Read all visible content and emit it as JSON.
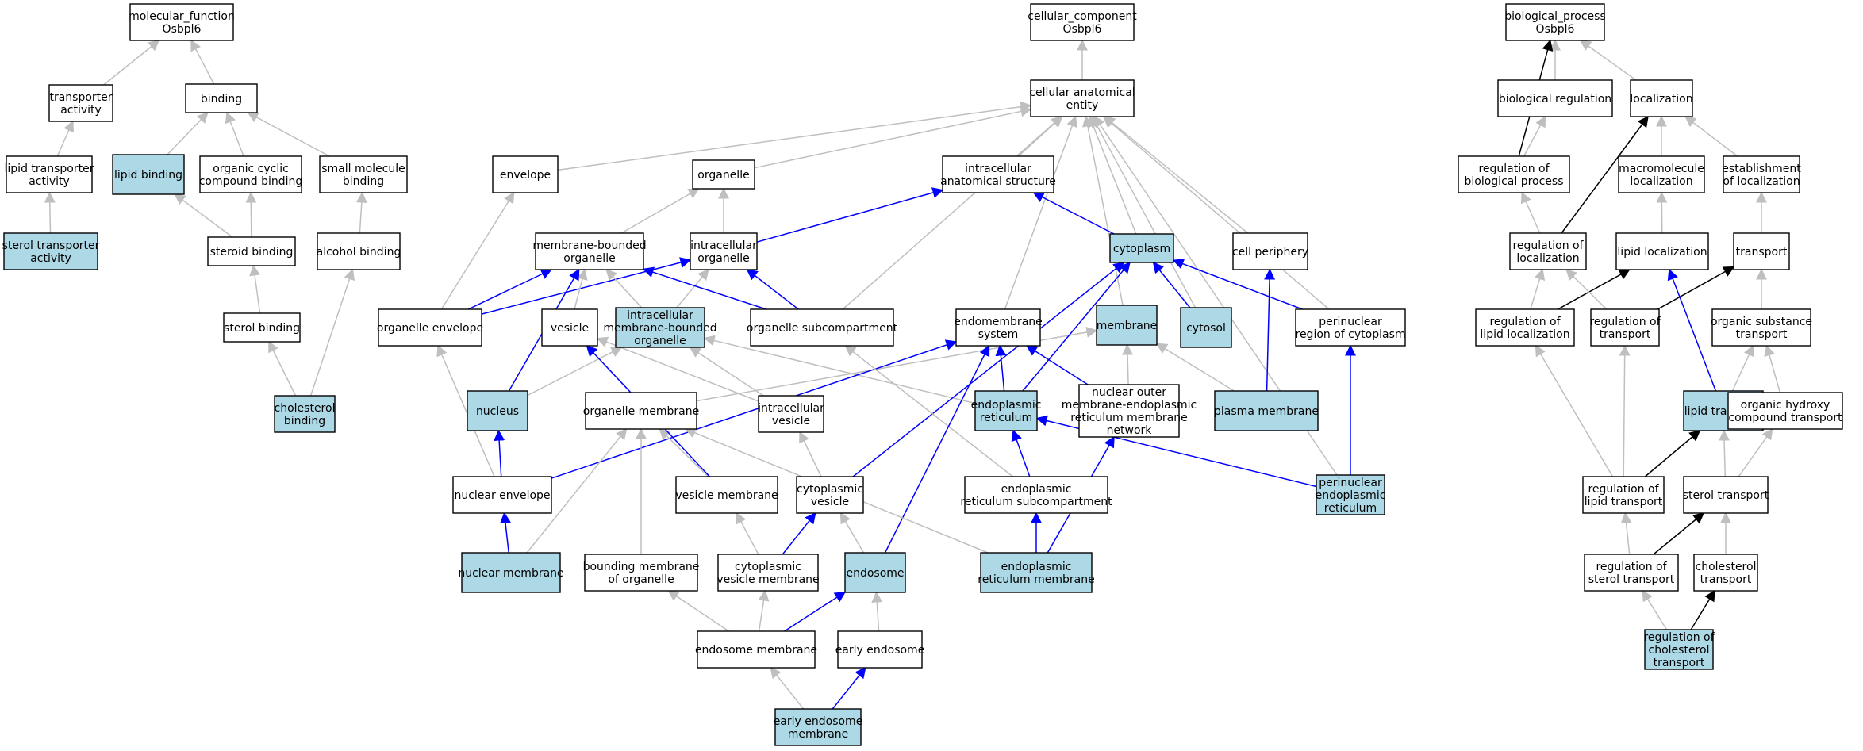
{
  "colors": {
    "highlight_fill": "#add8e6",
    "plain_fill": "#ffffff",
    "blue": "#0000ff",
    "gray": "#bfbfbf",
    "black": "#000000"
  },
  "nodes": [
    {
      "id": "mf",
      "lines": [
        "molecular_function",
        "Osbpl6"
      ],
      "hl": false
    },
    {
      "id": "transporter_activity",
      "lines": [
        "transporter",
        "activity"
      ],
      "hl": false
    },
    {
      "id": "binding",
      "lines": [
        "binding"
      ],
      "hl": false
    },
    {
      "id": "lipid_transporter_activity",
      "lines": [
        "lipid transporter",
        "activity"
      ],
      "hl": false
    },
    {
      "id": "lipid_binding",
      "lines": [
        "lipid binding"
      ],
      "hl": true
    },
    {
      "id": "organic_cyclic",
      "lines": [
        "organic cyclic",
        "compound binding"
      ],
      "hl": false
    },
    {
      "id": "small_molecule",
      "lines": [
        "small molecule",
        "binding"
      ],
      "hl": false
    },
    {
      "id": "sterol_transporter_activity",
      "lines": [
        "sterol transporter",
        "activity"
      ],
      "hl": true
    },
    {
      "id": "steroid_binding",
      "lines": [
        "steroid binding"
      ],
      "hl": false
    },
    {
      "id": "alcohol_binding",
      "lines": [
        "alcohol binding"
      ],
      "hl": false
    },
    {
      "id": "sterol_binding",
      "lines": [
        "sterol binding"
      ],
      "hl": false
    },
    {
      "id": "cholesterol_binding",
      "lines": [
        "cholesterol",
        "binding"
      ],
      "hl": true
    },
    {
      "id": "cc",
      "lines": [
        "cellular_component",
        "Osbpl6"
      ],
      "hl": false
    },
    {
      "id": "cae",
      "lines": [
        "cellular anatomical",
        "entity"
      ],
      "hl": false
    },
    {
      "id": "envelope",
      "lines": [
        "envelope"
      ],
      "hl": false
    },
    {
      "id": "organelle",
      "lines": [
        "organelle"
      ],
      "hl": false
    },
    {
      "id": "ias",
      "lines": [
        "intracellular",
        "anatomical structure"
      ],
      "hl": false
    },
    {
      "id": "mbo",
      "lines": [
        "membrane-bounded",
        "organelle"
      ],
      "hl": false
    },
    {
      "id": "io",
      "lines": [
        "intracellular",
        "organelle"
      ],
      "hl": false
    },
    {
      "id": "cytoplasm",
      "lines": [
        "cytoplasm"
      ],
      "hl": true
    },
    {
      "id": "cell_periphery",
      "lines": [
        "cell periphery"
      ],
      "hl": false
    },
    {
      "id": "organelle_envelope",
      "lines": [
        "organelle envelope"
      ],
      "hl": false
    },
    {
      "id": "vesicle",
      "lines": [
        "vesicle"
      ],
      "hl": false
    },
    {
      "id": "imbo",
      "lines": [
        "intracellular",
        "membrane-bounded",
        "organelle"
      ],
      "hl": true
    },
    {
      "id": "organelle_subcompartment",
      "lines": [
        "organelle subcompartment"
      ],
      "hl": false
    },
    {
      "id": "endomembrane_system",
      "lines": [
        "endomembrane",
        "system"
      ],
      "hl": false
    },
    {
      "id": "membrane",
      "lines": [
        "membrane"
      ],
      "hl": true
    },
    {
      "id": "cytosol",
      "lines": [
        "cytosol"
      ],
      "hl": true
    },
    {
      "id": "perinuclear_region",
      "lines": [
        "perinuclear",
        "region of cytoplasm"
      ],
      "hl": false
    },
    {
      "id": "nucleus",
      "lines": [
        "nucleus"
      ],
      "hl": true
    },
    {
      "id": "organelle_membrane",
      "lines": [
        "organelle membrane"
      ],
      "hl": false
    },
    {
      "id": "intracellular_vesicle",
      "lines": [
        "intracellular",
        "vesicle"
      ],
      "hl": false
    },
    {
      "id": "er",
      "lines": [
        "endoplasmic",
        "reticulum"
      ],
      "hl": true
    },
    {
      "id": "nomern",
      "lines": [
        "nuclear outer",
        "membrane-endoplasmic",
        "reticulum membrane",
        "network"
      ],
      "hl": false
    },
    {
      "id": "plasma_membrane",
      "lines": [
        "plasma membrane"
      ],
      "hl": true
    },
    {
      "id": "nuclear_envelope",
      "lines": [
        "nuclear envelope"
      ],
      "hl": false
    },
    {
      "id": "vesicle_membrane",
      "lines": [
        "vesicle membrane"
      ],
      "hl": false
    },
    {
      "id": "cytoplasmic_vesicle",
      "lines": [
        "cytoplasmic",
        "vesicle"
      ],
      "hl": false
    },
    {
      "id": "er_subcompartment",
      "lines": [
        "endoplasmic",
        "reticulum subcompartment"
      ],
      "hl": false
    },
    {
      "id": "perinuclear_er",
      "lines": [
        "perinuclear",
        "endoplasmic",
        "reticulum"
      ],
      "hl": true
    },
    {
      "id": "nuclear_membrane",
      "lines": [
        "nuclear membrane"
      ],
      "hl": true
    },
    {
      "id": "bounding_membrane",
      "lines": [
        "bounding membrane",
        "of organelle"
      ],
      "hl": false
    },
    {
      "id": "cvm",
      "lines": [
        "cytoplasmic",
        "vesicle membrane"
      ],
      "hl": false
    },
    {
      "id": "endosome",
      "lines": [
        "endosome"
      ],
      "hl": true
    },
    {
      "id": "er_membrane",
      "lines": [
        "endoplasmic",
        "reticulum membrane"
      ],
      "hl": true
    },
    {
      "id": "endosome_membrane",
      "lines": [
        "endosome membrane"
      ],
      "hl": false
    },
    {
      "id": "early_endosome",
      "lines": [
        "early endosome"
      ],
      "hl": false
    },
    {
      "id": "eem",
      "lines": [
        "early endosome",
        "membrane"
      ],
      "hl": true
    },
    {
      "id": "bp",
      "lines": [
        "biological_process",
        "Osbpl6"
      ],
      "hl": false
    },
    {
      "id": "bio_reg",
      "lines": [
        "biological regulation"
      ],
      "hl": false
    },
    {
      "id": "localization",
      "lines": [
        "localization"
      ],
      "hl": false
    },
    {
      "id": "reg_bp",
      "lines": [
        "regulation of",
        "biological process"
      ],
      "hl": false
    },
    {
      "id": "macro_loc",
      "lines": [
        "macromolecule",
        "localization"
      ],
      "hl": false
    },
    {
      "id": "est_loc",
      "lines": [
        "establishment",
        "of localization"
      ],
      "hl": false
    },
    {
      "id": "reg_loc",
      "lines": [
        "regulation of",
        "localization"
      ],
      "hl": false
    },
    {
      "id": "lipid_loc",
      "lines": [
        "lipid localization"
      ],
      "hl": false
    },
    {
      "id": "transport",
      "lines": [
        "transport"
      ],
      "hl": false
    },
    {
      "id": "reg_lipid_loc",
      "lines": [
        "regulation of",
        "lipid localization"
      ],
      "hl": false
    },
    {
      "id": "reg_transport",
      "lines": [
        "regulation of",
        "transport"
      ],
      "hl": false
    },
    {
      "id": "org_sub_transport",
      "lines": [
        "organic substance",
        "transport"
      ],
      "hl": false
    },
    {
      "id": "lipid_transport",
      "lines": [
        "lipid transport"
      ],
      "hl": true
    },
    {
      "id": "org_hydroxy",
      "lines": [
        "organic hydroxy",
        "compound transport"
      ],
      "hl": false
    },
    {
      "id": "reg_lipid_transport",
      "lines": [
        "regulation of",
        "lipid transport"
      ],
      "hl": false
    },
    {
      "id": "sterol_transport",
      "lines": [
        "sterol transport"
      ],
      "hl": false
    },
    {
      "id": "reg_sterol_transport",
      "lines": [
        "regulation of",
        "sterol transport"
      ],
      "hl": false
    },
    {
      "id": "chol_transport",
      "lines": [
        "cholesterol",
        "transport"
      ],
      "hl": false
    },
    {
      "id": "reg_chol_transport",
      "lines": [
        "regulation of",
        "cholesterol",
        "transport"
      ],
      "hl": true
    }
  ],
  "edges": [
    {
      "from": "transporter_activity",
      "to": "mf",
      "color": "gray"
    },
    {
      "from": "binding",
      "to": "mf",
      "color": "gray"
    },
    {
      "from": "lipid_transporter_activity",
      "to": "transporter_activity",
      "color": "gray"
    },
    {
      "from": "lipid_binding",
      "to": "binding",
      "color": "gray"
    },
    {
      "from": "organic_cyclic",
      "to": "binding",
      "color": "gray"
    },
    {
      "from": "small_molecule",
      "to": "binding",
      "color": "gray"
    },
    {
      "from": "sterol_transporter_activity",
      "to": "lipid_transporter_activity",
      "color": "gray"
    },
    {
      "from": "steroid_binding",
      "to": "lipid_binding",
      "color": "gray"
    },
    {
      "from": "steroid_binding",
      "to": "organic_cyclic",
      "color": "gray"
    },
    {
      "from": "alcohol_binding",
      "to": "small_molecule",
      "color": "gray"
    },
    {
      "from": "sterol_binding",
      "to": "steroid_binding",
      "color": "gray"
    },
    {
      "from": "cholesterol_binding",
      "to": "sterol_binding",
      "color": "gray"
    },
    {
      "from": "cholesterol_binding",
      "to": "alcohol_binding",
      "color": "gray"
    },
    {
      "from": "cae",
      "to": "cc",
      "color": "gray"
    },
    {
      "from": "envelope",
      "to": "cae",
      "color": "gray"
    },
    {
      "from": "organelle",
      "to": "cae",
      "color": "gray"
    },
    {
      "from": "ias",
      "to": "cae",
      "color": "gray"
    },
    {
      "from": "cytoplasm",
      "to": "cae",
      "color": "gray"
    },
    {
      "from": "cell_periphery",
      "to": "cae",
      "color": "gray"
    },
    {
      "from": "organelle_subcompartment",
      "to": "cae",
      "color": "gray"
    },
    {
      "from": "endomembrane_system",
      "to": "cae",
      "color": "gray"
    },
    {
      "from": "membrane",
      "to": "cae",
      "color": "gray"
    },
    {
      "from": "cytosol",
      "to": "cae",
      "color": "gray"
    },
    {
      "from": "perinuclear_region",
      "to": "cae",
      "color": "gray"
    },
    {
      "from": "perinuclear_er",
      "to": "cae",
      "color": "gray"
    },
    {
      "from": "mbo",
      "to": "organelle",
      "color": "gray"
    },
    {
      "from": "io",
      "to": "organelle",
      "color": "gray"
    },
    {
      "from": "io",
      "to": "ias",
      "color": "blue"
    },
    {
      "from": "cytoplasm",
      "to": "ias",
      "color": "blue"
    },
    {
      "from": "organelle_envelope",
      "to": "envelope",
      "color": "gray"
    },
    {
      "from": "organelle_envelope",
      "to": "mbo",
      "color": "blue"
    },
    {
      "from": "organelle_envelope",
      "to": "io",
      "color": "blue"
    },
    {
      "from": "vesicle",
      "to": "mbo",
      "color": "gray"
    },
    {
      "from": "imbo",
      "to": "mbo",
      "color": "gray"
    },
    {
      "from": "imbo",
      "to": "io",
      "color": "gray"
    },
    {
      "from": "organelle_subcompartment",
      "to": "io",
      "color": "blue"
    },
    {
      "from": "organelle_subcompartment",
      "to": "mbo",
      "color": "blue"
    },
    {
      "from": "cytosol",
      "to": "cytoplasm",
      "color": "blue"
    },
    {
      "from": "perinuclear_region",
      "to": "cytoplasm",
      "color": "blue"
    },
    {
      "from": "plasma_membrane",
      "to": "cell_periphery",
      "color": "blue"
    },
    {
      "from": "plasma_membrane",
      "to": "membrane",
      "color": "gray"
    },
    {
      "from": "nucleus",
      "to": "imbo",
      "color": "gray"
    },
    {
      "from": "nucleus",
      "to": "mbo",
      "color": "blue"
    },
    {
      "from": "intracellular_vesicle",
      "to": "vesicle",
      "color": "gray"
    },
    {
      "from": "intracellular_vesicle",
      "to": "imbo",
      "color": "gray"
    },
    {
      "from": "organelle_membrane",
      "to": "membrane",
      "color": "gray"
    },
    {
      "from": "er",
      "to": "imbo",
      "color": "gray"
    },
    {
      "from": "er",
      "to": "endomembrane_system",
      "color": "blue"
    },
    {
      "from": "er",
      "to": "cytoplasm",
      "color": "blue"
    },
    {
      "from": "nomern",
      "to": "endomembrane_system",
      "color": "blue"
    },
    {
      "from": "nomern",
      "to": "membrane",
      "color": "gray"
    },
    {
      "from": "nuclear_envelope",
      "to": "nucleus",
      "color": "blue"
    },
    {
      "from": "nuclear_envelope",
      "to": "organelle_envelope",
      "color": "gray"
    },
    {
      "from": "nuclear_envelope",
      "to": "endomembrane_system",
      "color": "blue"
    },
    {
      "from": "vesicle_membrane",
      "to": "organelle_membrane",
      "color": "gray"
    },
    {
      "from": "vesicle_membrane",
      "to": "vesicle",
      "color": "blue"
    },
    {
      "from": "cytoplasmic_vesicle",
      "to": "intracellular_vesicle",
      "color": "gray"
    },
    {
      "from": "cytoplasmic_vesicle",
      "to": "cytoplasm",
      "color": "blue"
    },
    {
      "from": "er_subcompartment",
      "to": "er",
      "color": "blue"
    },
    {
      "from": "er_subcompartment",
      "to": "organelle_subcompartment",
      "color": "gray"
    },
    {
      "from": "perinuclear_er",
      "to": "er",
      "color": "blue"
    },
    {
      "from": "perinuclear_er",
      "to": "perinuclear_region",
      "color": "blue"
    },
    {
      "from": "nuclear_membrane",
      "to": "nuclear_envelope",
      "color": "blue"
    },
    {
      "from": "nuclear_membrane",
      "to": "organelle_membrane",
      "color": "gray"
    },
    {
      "from": "bounding_membrane",
      "to": "organelle_membrane",
      "color": "gray"
    },
    {
      "from": "cvm",
      "to": "vesicle_membrane",
      "color": "gray"
    },
    {
      "from": "cvm",
      "to": "cytoplasmic_vesicle",
      "color": "blue"
    },
    {
      "from": "endosome",
      "to": "cytoplasmic_vesicle",
      "color": "gray"
    },
    {
      "from": "endosome",
      "to": "endomembrane_system",
      "color": "blue"
    },
    {
      "from": "er_membrane",
      "to": "er_subcompartment",
      "color": "blue"
    },
    {
      "from": "er_membrane",
      "to": "nomern",
      "color": "blue"
    },
    {
      "from": "er_membrane",
      "to": "organelle_membrane",
      "color": "gray"
    },
    {
      "from": "endosome_membrane",
      "to": "bounding_membrane",
      "color": "gray"
    },
    {
      "from": "endosome_membrane",
      "to": "cvm",
      "color": "gray"
    },
    {
      "from": "endosome_membrane",
      "to": "endosome",
      "color": "blue"
    },
    {
      "from": "early_endosome",
      "to": "endosome",
      "color": "gray"
    },
    {
      "from": "eem",
      "to": "endosome_membrane",
      "color": "gray"
    },
    {
      "from": "eem",
      "to": "early_endosome",
      "color": "blue"
    },
    {
      "from": "bio_reg",
      "to": "bp",
      "color": "gray"
    },
    {
      "from": "localization",
      "to": "bp",
      "color": "gray"
    },
    {
      "from": "reg_bp",
      "to": "bp",
      "color": "black"
    },
    {
      "from": "reg_bp",
      "to": "bio_reg",
      "color": "gray"
    },
    {
      "from": "macro_loc",
      "to": "localization",
      "color": "gray"
    },
    {
      "from": "est_loc",
      "to": "localization",
      "color": "gray"
    },
    {
      "from": "reg_loc",
      "to": "reg_bp",
      "color": "gray"
    },
    {
      "from": "reg_loc",
      "to": "localization",
      "color": "black"
    },
    {
      "from": "lipid_loc",
      "to": "macro_loc",
      "color": "gray"
    },
    {
      "from": "transport",
      "to": "est_loc",
      "color": "gray"
    },
    {
      "from": "reg_lipid_loc",
      "to": "reg_loc",
      "color": "gray"
    },
    {
      "from": "reg_lipid_loc",
      "to": "lipid_loc",
      "color": "black"
    },
    {
      "from": "reg_transport",
      "to": "reg_loc",
      "color": "gray"
    },
    {
      "from": "reg_transport",
      "to": "transport",
      "color": "black"
    },
    {
      "from": "org_sub_transport",
      "to": "transport",
      "color": "gray"
    },
    {
      "from": "lipid_transport",
      "to": "lipid_loc",
      "color": "blue"
    },
    {
      "from": "lipid_transport",
      "to": "org_sub_transport",
      "color": "gray"
    },
    {
      "from": "org_hydroxy",
      "to": "org_sub_transport",
      "color": "gray"
    },
    {
      "from": "reg_lipid_transport",
      "to": "reg_lipid_loc",
      "color": "gray"
    },
    {
      "from": "reg_lipid_transport",
      "to": "reg_transport",
      "color": "gray"
    },
    {
      "from": "reg_lipid_transport",
      "to": "lipid_transport",
      "color": "black"
    },
    {
      "from": "sterol_transport",
      "to": "lipid_transport",
      "color": "gray"
    },
    {
      "from": "sterol_transport",
      "to": "org_hydroxy",
      "color": "gray"
    },
    {
      "from": "reg_sterol_transport",
      "to": "reg_lipid_transport",
      "color": "gray"
    },
    {
      "from": "reg_sterol_transport",
      "to": "sterol_transport",
      "color": "black"
    },
    {
      "from": "chol_transport",
      "to": "sterol_transport",
      "color": "gray"
    },
    {
      "from": "reg_chol_transport",
      "to": "reg_sterol_transport",
      "color": "gray"
    },
    {
      "from": "reg_chol_transport",
      "to": "chol_transport",
      "color": "black"
    }
  ]
}
